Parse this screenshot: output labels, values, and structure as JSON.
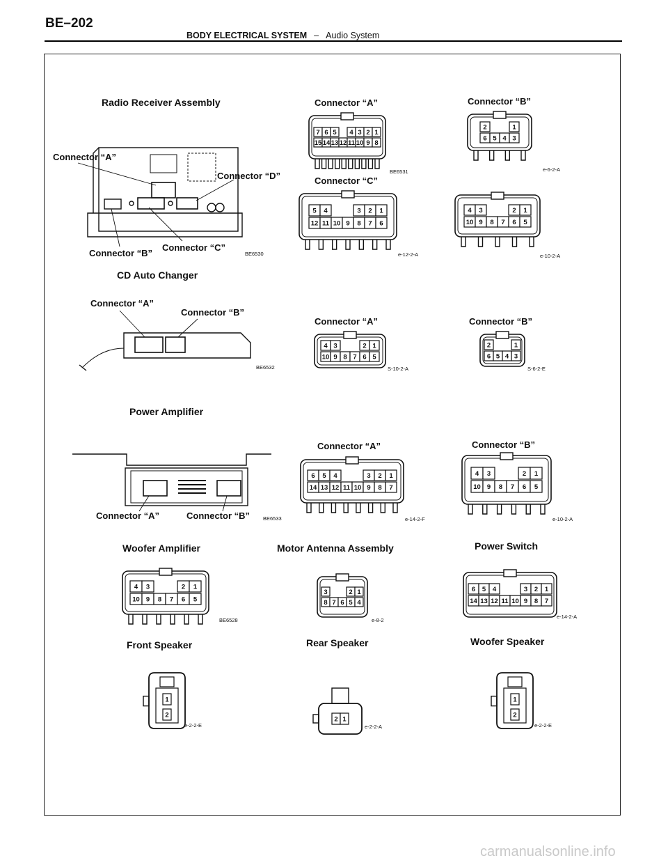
{
  "header": {
    "page_number": "BE–202",
    "section": "BODY ELECTRICAL SYSTEM",
    "separator": "–",
    "subsection": "Audio System"
  },
  "sections": {
    "radio_receiver": {
      "title": "Radio Receiver Assembly",
      "callout_a": "Connector “A”",
      "callout_b": "Connector “B”",
      "callout_c": "Connector “C”",
      "callout_d": "Connector “D”",
      "code": "BE6530",
      "conn_a": {
        "title": "Connector “A”",
        "row1": [
          "7",
          "6",
          "5",
          "4",
          "3",
          "2",
          "1"
        ],
        "row2": [
          "15",
          "14",
          "13",
          "12",
          "11",
          "10",
          "9",
          "8"
        ],
        "code": "BE6531"
      },
      "conn_b": {
        "title": "Connector “B”",
        "row1": [
          "2",
          "1"
        ],
        "row2": [
          "6",
          "5",
          "4",
          "3"
        ],
        "code": "e-6-2-A"
      },
      "conn_c": {
        "title": "Connector “C”",
        "row1": [
          "5",
          "4",
          "3",
          "2",
          "1"
        ],
        "row2": [
          "12",
          "11",
          "10",
          "9",
          "8",
          "7",
          "6"
        ],
        "code": "e-12-2-A"
      },
      "conn_d": {
        "row1": [
          "4",
          "3",
          "2",
          "1"
        ],
        "row2": [
          "10",
          "9",
          "8",
          "7",
          "6",
          "5"
        ],
        "code": "e-10-2-A"
      }
    },
    "cd_changer": {
      "title": "CD Auto Changer",
      "callout_a": "Connector “A”",
      "callout_b": "Connector “B”",
      "code": "BE6532",
      "conn_a": {
        "title": "Connector “A”",
        "row1": [
          "4",
          "3",
          "2",
          "1"
        ],
        "row2": [
          "10",
          "9",
          "8",
          "7",
          "6",
          "5"
        ],
        "code": "S-10-2-A"
      },
      "conn_b": {
        "title": "Connector “B”",
        "row1": [
          "2",
          "1"
        ],
        "row2": [
          "6",
          "5",
          "4",
          "3"
        ],
        "code": "S-6-2-E"
      }
    },
    "power_amp": {
      "title": "Power Amplifier",
      "callout_a": "Connector “A”",
      "callout_b": "Connector “B”",
      "code": "BE6533",
      "conn_a": {
        "title": "Connector “A”",
        "row1": [
          "6",
          "5",
          "4",
          "3",
          "2",
          "1"
        ],
        "row2": [
          "14",
          "13",
          "12",
          "11",
          "10",
          "9",
          "8",
          "7"
        ],
        "code": "e-14-2-F"
      },
      "conn_b": {
        "title": "Connector “B”",
        "row1": [
          "4",
          "3",
          "2",
          "1"
        ],
        "row2": [
          "10",
          "9",
          "8",
          "7",
          "6",
          "5"
        ],
        "code": "e-10-2-A"
      }
    },
    "woofer_amp": {
      "title": "Woofer Amplifier",
      "row1": [
        "4",
        "3",
        "2",
        "1"
      ],
      "row2": [
        "10",
        "9",
        "8",
        "7",
        "6",
        "5"
      ],
      "code": "BE6528"
    },
    "motor_antenna": {
      "title": "Motor Antenna Assembly",
      "row1": [
        "3",
        "2",
        "1"
      ],
      "row2": [
        "8",
        "7",
        "6",
        "5",
        "4"
      ],
      "code": "e-8-2"
    },
    "power_switch": {
      "title": "Power Switch",
      "row1": [
        "6",
        "5",
        "4",
        "3",
        "2",
        "1"
      ],
      "row2": [
        "14",
        "13",
        "12",
        "11",
        "10",
        "9",
        "8",
        "7"
      ],
      "code": "e-14-2-A"
    },
    "front_speaker": {
      "title": "Front Speaker",
      "pins": [
        "1",
        "2"
      ],
      "code": "e-2-2-E"
    },
    "rear_speaker": {
      "title": "Rear Speaker",
      "pins": [
        "2",
        "1"
      ],
      "code": "e-2-2-A"
    },
    "woofer_speaker": {
      "title": "Woofer Speaker",
      "pins": [
        "1",
        "2"
      ],
      "code": "e-2-2-E"
    }
  },
  "watermark": "carmanualsonline.info"
}
